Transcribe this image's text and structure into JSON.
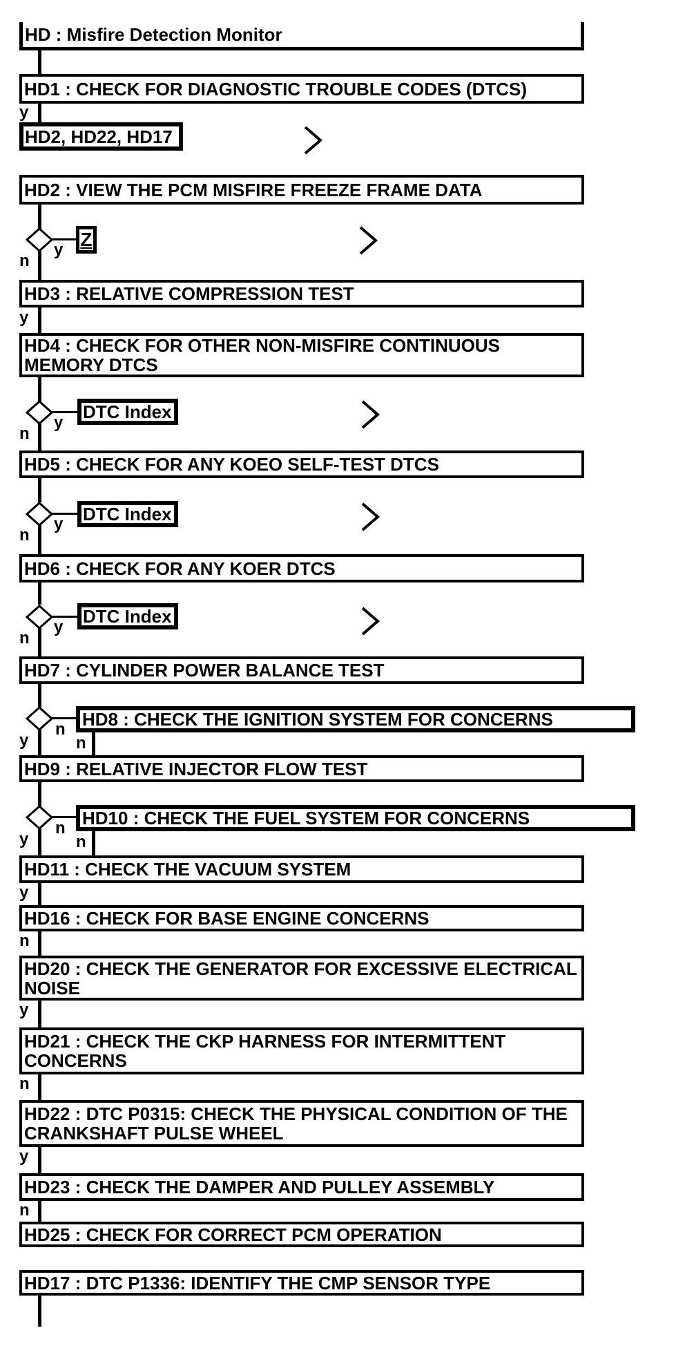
{
  "title": {
    "label": "HD : Misfire Detection Monitor"
  },
  "branch": {
    "yes": "y",
    "no": "n"
  },
  "links": {
    "jump_list": "HD2, HD22, HD17",
    "z": "Z",
    "dtc_index": "DTC Index"
  },
  "steps": {
    "hd1": "HD1 : CHECK FOR DIAGNOSTIC TROUBLE CODES (DTCS)",
    "hd2": "HD2 : VIEW THE PCM MISFIRE FREEZE FRAME DATA",
    "hd3": "HD3 : RELATIVE COMPRESSION TEST",
    "hd4": "HD4 : CHECK FOR OTHER NON-MISFIRE CONTINUOUS MEMORY DTCS",
    "hd5": "HD5 : CHECK FOR ANY KOEO SELF-TEST DTCS",
    "hd6": "HD6 : CHECK FOR ANY KOER DTCS",
    "hd7": "HD7 : CYLINDER POWER BALANCE TEST",
    "hd8": "HD8 : CHECK THE IGNITION SYSTEM FOR CONCERNS",
    "hd9": "HD9 : RELATIVE INJECTOR FLOW TEST",
    "hd10": "HD10 : CHECK THE FUEL SYSTEM FOR CONCERNS",
    "hd11": "HD11 : CHECK THE VACUUM SYSTEM",
    "hd16": "HD16 : CHECK FOR BASE ENGINE CONCERNS",
    "hd20": "HD20 : CHECK THE GENERATOR FOR EXCESSIVE ELECTRICAL NOISE",
    "hd21": "HD21 : CHECK THE CKP HARNESS FOR INTERMITTENT CONCERNS",
    "hd22": "HD22 : DTC P0315: CHECK THE PHYSICAL CONDITION OF THE CRANKSHAFT PULSE WHEEL",
    "hd23": "HD23 : CHECK THE DAMPER AND PULLEY ASSEMBLY",
    "hd25": "HD25 : CHECK FOR CORRECT PCM OPERATION",
    "hd17": "HD17 : DTC P1336: IDENTIFY THE CMP SENSOR TYPE"
  },
  "colors": {
    "ink": "#000000",
    "paper": "#ffffff"
  }
}
